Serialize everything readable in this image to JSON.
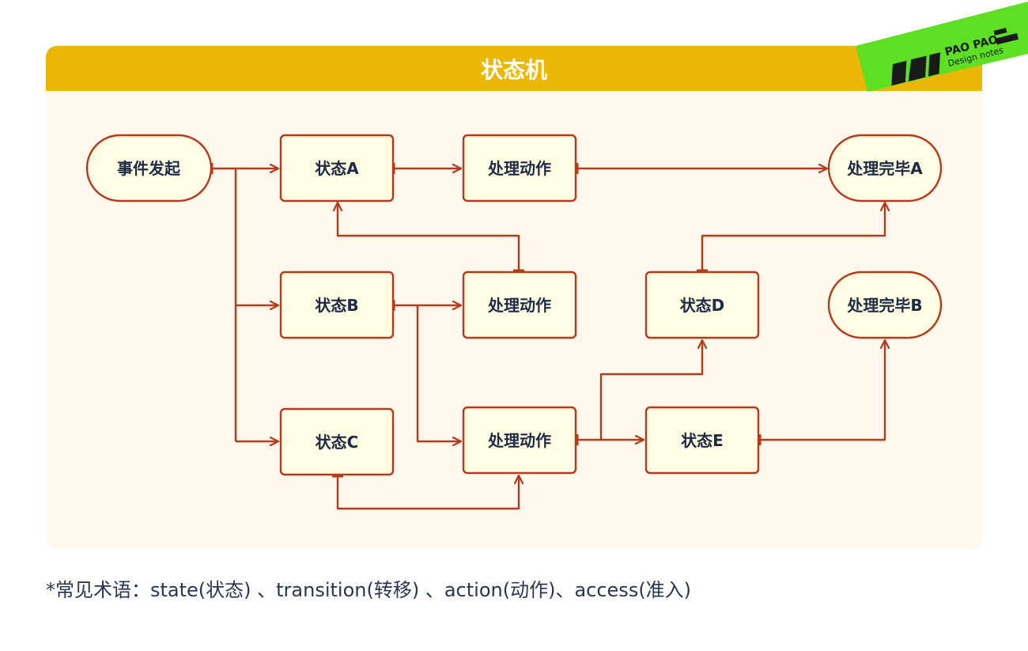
{
  "title": "状态机",
  "nodes": {
    "start": "事件发起",
    "stateA": "状态A",
    "stateB": "状态B",
    "stateC": "状态C",
    "stateD": "状态D",
    "stateE": "状态E",
    "action1": "处理动作",
    "action2": "处理动作",
    "action3": "处理动作",
    "endA": "处理完毕A",
    "endB": "处理完毕B"
  },
  "footer": "*常见术语：state(状态) 、transition(转移) 、action(动作)、access(准入)",
  "logo": {
    "brand": "PAO PAO",
    "tagline": "Design notes"
  },
  "colors": {
    "header": "#ecb605",
    "panel": "#fef9ec",
    "node_fill": "#fffde3",
    "stroke": "#b8381a",
    "text": "#1f2a44",
    "logo_bg": "#5de022"
  }
}
